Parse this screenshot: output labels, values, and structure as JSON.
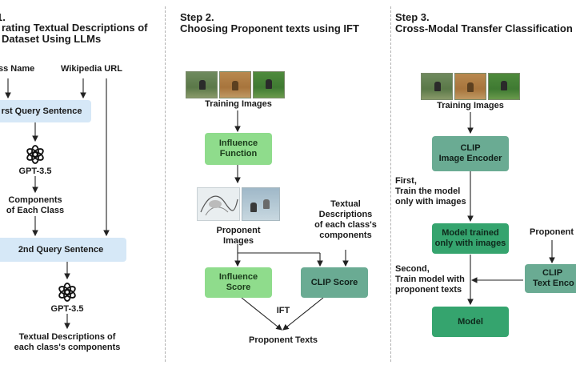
{
  "step1": {
    "title_line1": "1.",
    "title_line2": "rating Textual Descriptions of",
    "title_line3": "Dataset Using LLMs",
    "class_name": "ss Name",
    "wikipedia_url": "Wikipedia URL",
    "query1": "rst Query Sentence",
    "gpt1": "GPT-3.5",
    "components_line1": "Components",
    "components_line2": "of Each Class",
    "query2": "2nd Query Sentence",
    "gpt2": "GPT-3.5",
    "output_line1": "Textual Descriptions of",
    "output_line2": "each class's components"
  },
  "step2": {
    "title_line1": "Step 2.",
    "title_line2": "Choosing Proponent texts using IFT",
    "training_images": "Training Images",
    "influence_function_line1": "Influence",
    "influence_function_line2": "Function",
    "proponent_images_line1": "Proponent",
    "proponent_images_line2": "Images",
    "textual_line1": "Textual",
    "textual_line2": "Descriptions",
    "textual_line3": "of each class's",
    "textual_line4": "components",
    "influence_score_line1": "Influence",
    "influence_score_line2": "Score",
    "clip_score": "CLIP Score",
    "ift": "IFT",
    "proponent_texts": "Proponent Texts"
  },
  "step3": {
    "title_line1": "Step 3.",
    "title_line2": "Cross-Modal Transfer Classification",
    "training_images": "Training Images",
    "clip_image_line1": "CLIP",
    "clip_image_line2": "Image Encoder",
    "first_line1": "First,",
    "first_line2": "Train the model",
    "first_line3": "only with images",
    "model_trained_line1": "Model trained",
    "model_trained_line2": "only with images",
    "proponent": "Proponent",
    "second_line1": "Second,",
    "second_line2": "Train model with",
    "second_line3": "proponent texts",
    "clip_text_line1": "CLIP",
    "clip_text_line2": "Text Enco",
    "model": "Model"
  }
}
